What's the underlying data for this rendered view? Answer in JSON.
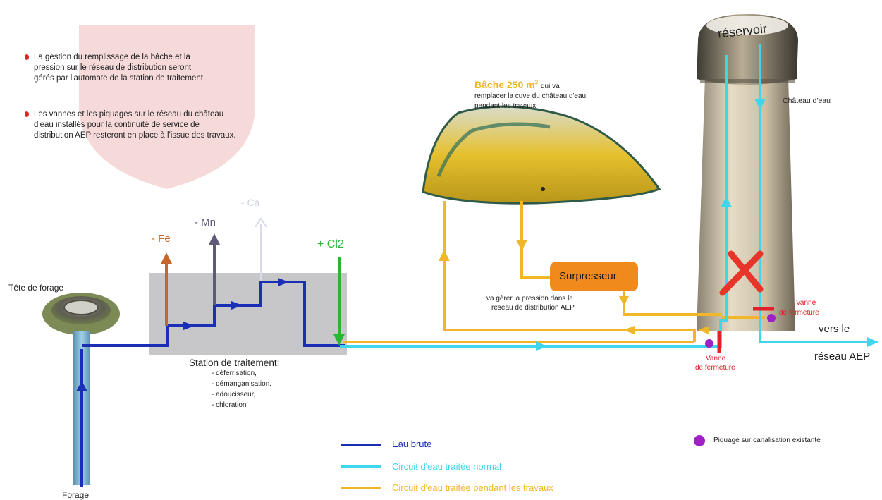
{
  "notes": [
    {
      "line1": "La gestion du remplissage de la bâche et  la",
      "line2": "pression sur le réseau de distribution seront",
      "line3": "gérés par l'automate de la station de traitement."
    },
    {
      "line1": "Les vannes et les piquages sur le réseau du château",
      "line2": "d'eau installés  pour la continuité de service de",
      "line3": "distribution AEP resteront en place à l'issue des travaux."
    }
  ],
  "bache": {
    "title": "Bâche 250 m",
    "unit_sup": "3",
    "title_rest": "qui va",
    "line2": "remplacer la cuve du château d'eau",
    "line3": "pendant les travaux"
  },
  "reservoir": {
    "label": "réservoir",
    "caption": "Château d'eau"
  },
  "surpresseur": {
    "label": "Surpresseur",
    "note_line1": "va gérer la pression dans le",
    "note_line2": "reseau de distribution AEP"
  },
  "chemicals": {
    "fe": "- Fe",
    "mn": "- Mn",
    "ca": "- Ca",
    "cl2": "+ Cl2"
  },
  "tete_forage": "Tête de forage",
  "forage": "Forage",
  "station": {
    "title": "Station de traitement:",
    "items": [
      "- déferrisation,",
      "- démanganisation,",
      "- adoucisseur,",
      "- chloration"
    ]
  },
  "vanne_bottom": {
    "line1": "Vanne",
    "line2": "de fermeture"
  },
  "vanne_right": {
    "line1": "Vanne",
    "line2": "de fermeture"
  },
  "vers": {
    "line1": "vers le",
    "line2": "réseau AEP"
  },
  "legend": {
    "eau_brute": "Eau brute",
    "normal": "Circuit d'eau traitée normal",
    "travaux": "Circuit d'eau traitée pendant les travaux",
    "piquage": "Piquage sur canalisation existante"
  },
  "colors": {
    "eau_brute": "#1a2fb5",
    "normal": "#3fd6ec",
    "travaux": "#f2b62a",
    "fe": "#c8662a",
    "mn": "#5c5c78",
    "cl2": "#2bb534",
    "vanne": "#e0202a",
    "piquage": "#a020c8",
    "surpresseur": "#f08a1c"
  }
}
